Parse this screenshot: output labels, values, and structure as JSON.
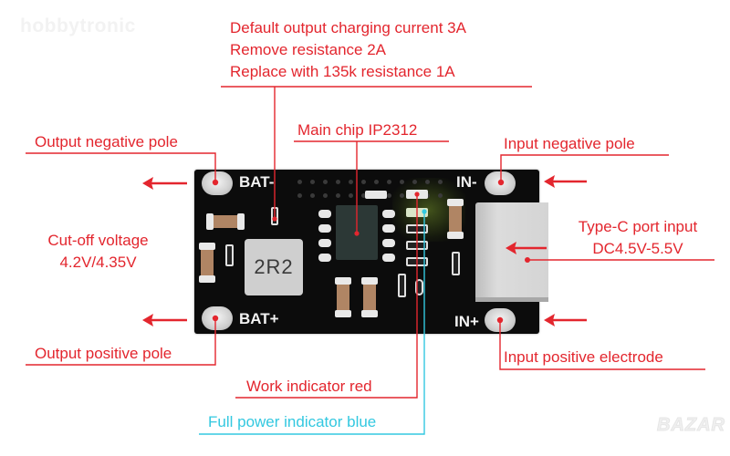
{
  "watermarks": {
    "top_left": "hobbytronic",
    "bottom_right": "BAZAR"
  },
  "board": {
    "silkscreen": {
      "bat_minus": "BAT-",
      "bat_plus": "BAT+",
      "in_minus": "IN-",
      "in_plus": "IN+",
      "inductor_marking": "2R2"
    }
  },
  "annotations": {
    "charging_current": {
      "lines": [
        "Default output charging current 3A",
        "Remove resistance 2A",
        "Replace with 135k resistance 1A"
      ]
    },
    "main_chip": "Main chip IP2312",
    "output_negative": "Output negative pole",
    "input_negative": "Input negative pole",
    "cutoff_voltage": {
      "line1": "Cut-off voltage",
      "line2": "4.2V/4.35V"
    },
    "type_c": {
      "line1": "Type-C port input",
      "line2": "DC4.5V-5.5V"
    },
    "output_positive": "Output positive pole",
    "input_positive": "Input positive electrode",
    "work_indicator": "Work indicator red",
    "full_indicator": "Full power indicator blue"
  },
  "colors": {
    "annotation_red": "#e3262e",
    "annotation_blue": "#33c8e0",
    "pcb_black": "#0c0c0c"
  },
  "icons": {
    "arrow_left": "arrow-left-icon"
  }
}
